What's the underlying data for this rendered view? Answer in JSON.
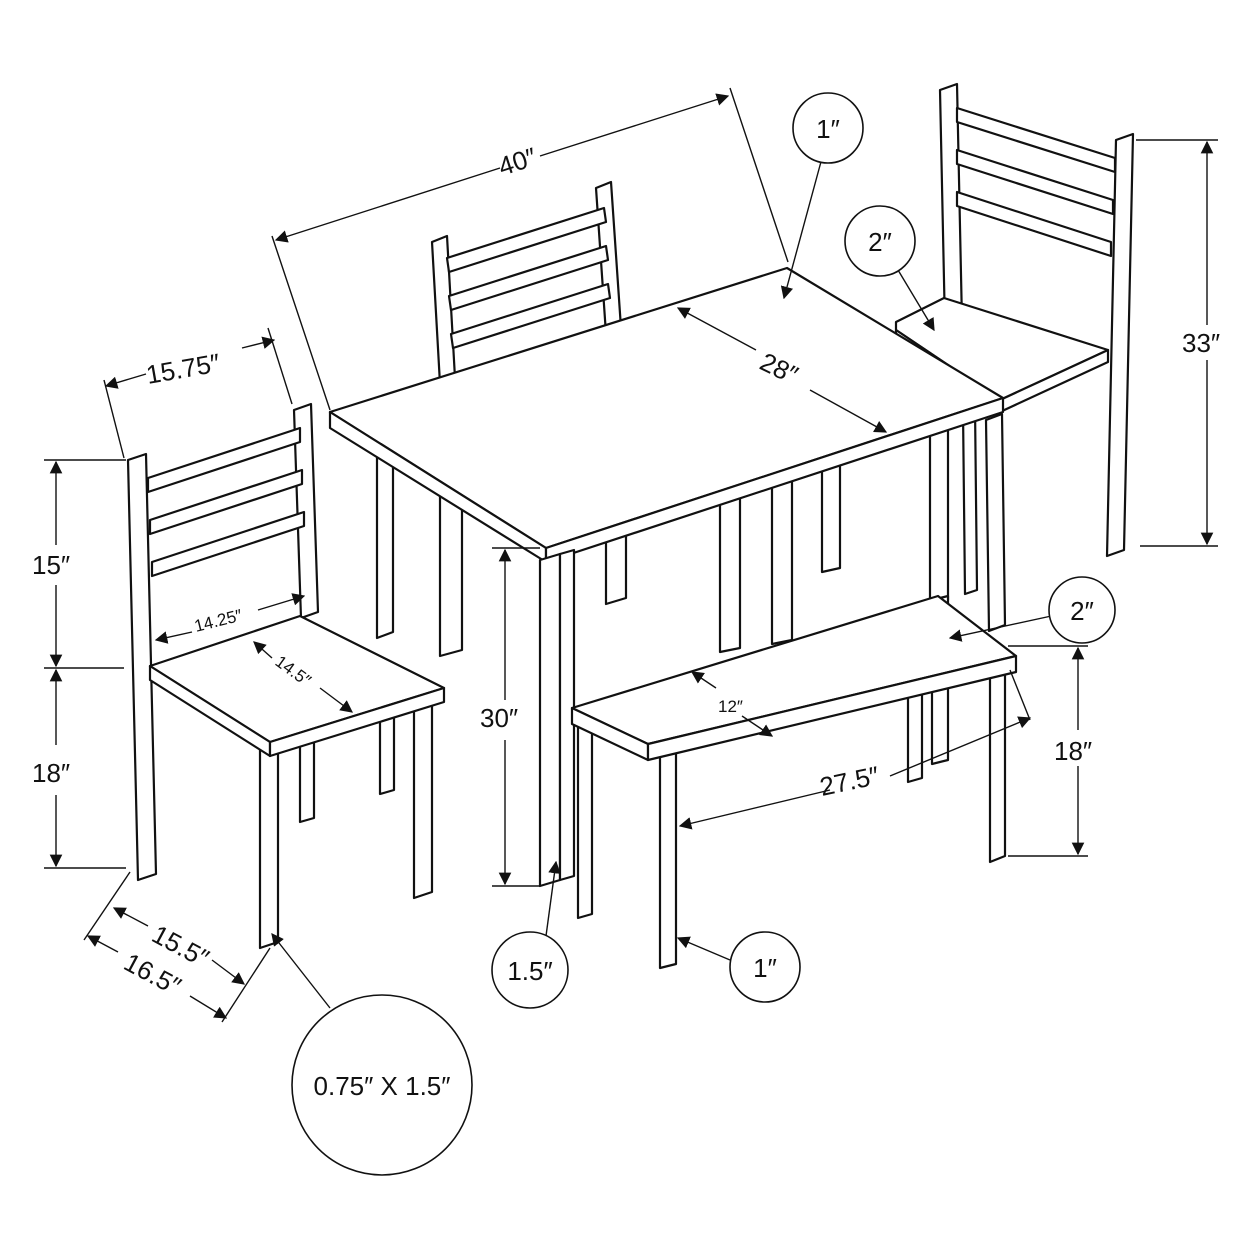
{
  "dimensions": {
    "table_length": "40″",
    "table_depth": "28″",
    "table_height": "30″",
    "table_top_thickness": "1″",
    "table_leg": "1.5″",
    "chair_height": "33″",
    "chair_seat_thickness": "2″",
    "chair_back_height": "15″",
    "chair_seat_height": "18″",
    "chair_top_width": "15.75″",
    "chair_seat_width": "14.25″",
    "chair_seat_depth": "14.5″",
    "chair_width": "15.5″",
    "chair_depth": "16.5″",
    "chair_leg": "0.75″ X 1.5″",
    "bench_seat_thickness": "2″",
    "bench_length": "27.5″",
    "bench_depth": "12″",
    "bench_height": "18″",
    "bench_leg": "1″"
  }
}
